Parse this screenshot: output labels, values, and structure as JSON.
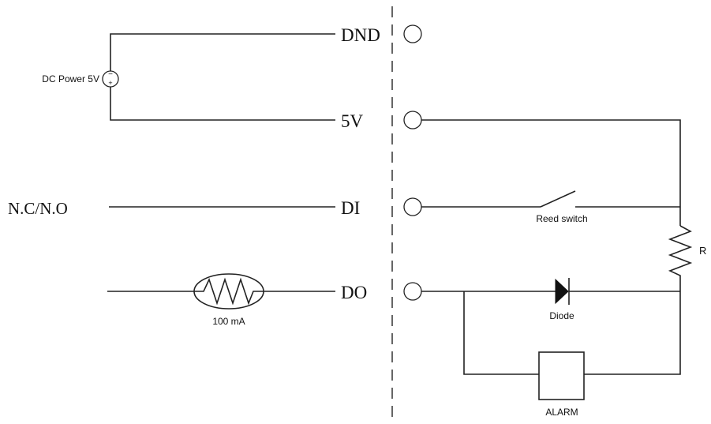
{
  "terminals": {
    "dnd": "DND",
    "v5": "5V",
    "di": "DI",
    "do": "DO"
  },
  "labels": {
    "dc_power": "DC Power 5V",
    "power_minus": "−",
    "power_plus": "+",
    "nc_no": "N.C/N.O",
    "fuse": "100 mA",
    "reed_switch": "Reed switch",
    "resistor": "R",
    "diode": "Diode",
    "alarm": "ALARM"
  }
}
